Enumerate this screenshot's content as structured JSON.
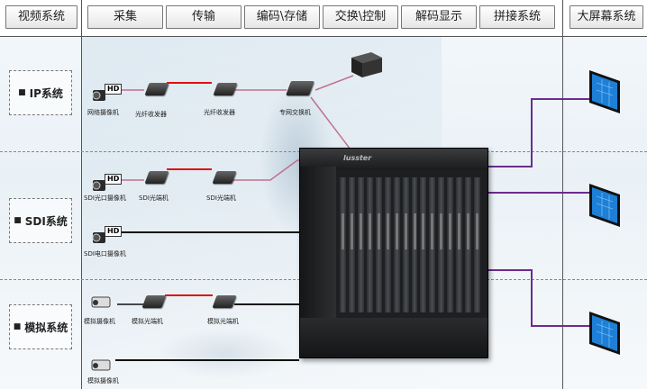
{
  "header": {
    "columns": [
      "视频系统",
      "采集",
      "传输",
      "编码\\存储",
      "交换\\控制",
      "解码显示",
      "拼接系统",
      "大屏幕系统"
    ]
  },
  "systems": [
    {
      "label": "IP系统"
    },
    {
      "label": "SDI系统"
    },
    {
      "label": "模拟系统"
    }
  ],
  "devices": {
    "ip_camera": "网络摄像机",
    "ip_fiber_tx": "光纤收发器",
    "ip_fiber_rx": "光纤收发器",
    "ip_switch": "专网交换机",
    "sdi_cam1": "SDI光口摄像机",
    "sdi_fiber_tx": "SDI光端机",
    "sdi_fiber_rx": "SDI光端机",
    "sdi_cam2": "SDI电口摄像机",
    "analog_cam1": "模拟摄像机",
    "analog_fiber_tx": "模拟光端机",
    "analog_fiber_rx": "模拟光端机",
    "analog_cam2": "模拟摄像机",
    "hd": "HD",
    "brand": "lusster"
  },
  "colors": {
    "link_red": "#d11",
    "link_pink": "#c07090",
    "link_black": "#111",
    "link_purple": "#6b2c8f"
  }
}
